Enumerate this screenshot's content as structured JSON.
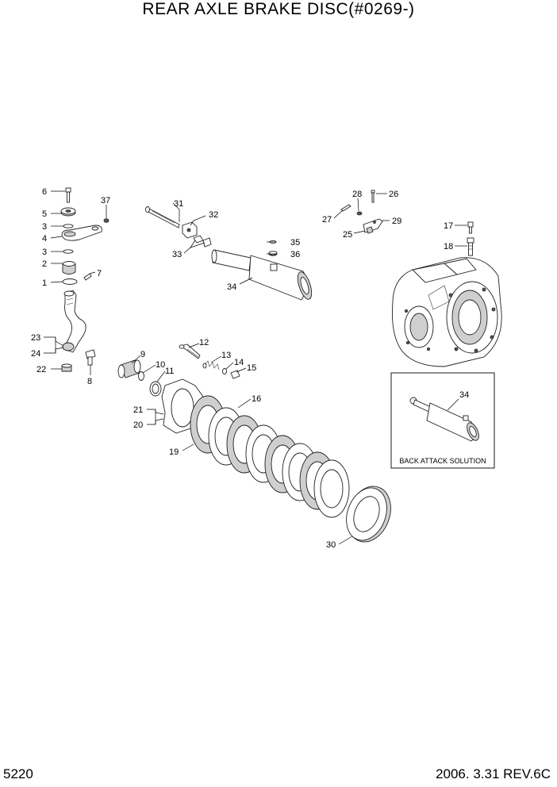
{
  "title": "REAR AXLE BRAKE DISC(#0269-)",
  "footer": {
    "page_number": "5220",
    "date_rev": "2006. 3.31  REV.6C"
  },
  "inset": {
    "caption": "BACK ATTACK SOLUTION",
    "part_label": "34"
  },
  "parts": [
    {
      "id": "p6",
      "label": "6"
    },
    {
      "id": "p5",
      "label": "5"
    },
    {
      "id": "p3a",
      "label": "3"
    },
    {
      "id": "p4",
      "label": "4"
    },
    {
      "id": "p3b",
      "label": "3"
    },
    {
      "id": "p2",
      "label": "2"
    },
    {
      "id": "p1",
      "label": "1"
    },
    {
      "id": "p7",
      "label": "7"
    },
    {
      "id": "p37",
      "label": "37"
    },
    {
      "id": "p23",
      "label": "23"
    },
    {
      "id": "p24",
      "label": "24"
    },
    {
      "id": "p22",
      "label": "22"
    },
    {
      "id": "p8",
      "label": "8"
    },
    {
      "id": "p31",
      "label": "31"
    },
    {
      "id": "p32",
      "label": "32"
    },
    {
      "id": "p33",
      "label": "33"
    },
    {
      "id": "p35",
      "label": "35"
    },
    {
      "id": "p36",
      "label": "36"
    },
    {
      "id": "p34",
      "label": "34"
    },
    {
      "id": "p28",
      "label": "28"
    },
    {
      "id": "p26",
      "label": "26"
    },
    {
      "id": "p27",
      "label": "27"
    },
    {
      "id": "p29",
      "label": "29"
    },
    {
      "id": "p25",
      "label": "25"
    },
    {
      "id": "p17",
      "label": "17"
    },
    {
      "id": "p18",
      "label": "18"
    },
    {
      "id": "p9",
      "label": "9"
    },
    {
      "id": "p10",
      "label": "10"
    },
    {
      "id": "p11",
      "label": "11"
    },
    {
      "id": "p12",
      "label": "12"
    },
    {
      "id": "p13",
      "label": "13"
    },
    {
      "id": "p14",
      "label": "14"
    },
    {
      "id": "p15",
      "label": "15"
    },
    {
      "id": "p16",
      "label": "16"
    },
    {
      "id": "p21",
      "label": "21"
    },
    {
      "id": "p20",
      "label": "20"
    },
    {
      "id": "p19",
      "label": "19"
    },
    {
      "id": "p30",
      "label": "30"
    }
  ]
}
